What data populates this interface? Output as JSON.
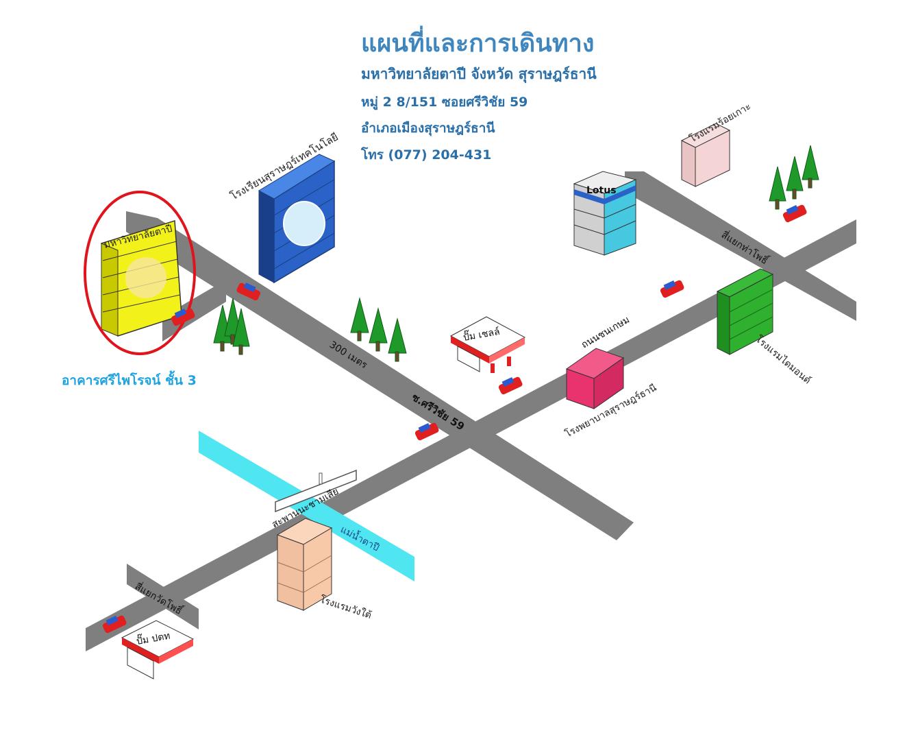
{
  "header": {
    "title": "แผนที่และการเดินทาง",
    "subtitle": "มหาวิทยาลัยตาปี จังหวัด สุราษฎร์ธานี",
    "address_line1": "หมู่ 2  8/151 ซอยศรีวิชัย 59",
    "address_line2": "อำเภอเมืองสุราษฎร์ธานี",
    "phone": "โทร (077) 204-431"
  },
  "map": {
    "building_callout": "อาคารศรีไพโรจน์ ชั้น 3",
    "labels": {
      "university": "มหาวิทยาลัยตาปี",
      "school": "โรงเรียนสุราษฎร์เทคโนโลยี",
      "lotus": "Lotus",
      "hotel_roikoh": "โรงแรมร้อยเกาะ",
      "intersection_thapho": "สี่แยกท่าโพธิ์",
      "road_chonkasem": "ถนนชนเกษม",
      "hotel_diamond": "โรงแรมไดมอนด์",
      "shell_station": "ปั๊ม เชลล์",
      "distance": "300 เมตร",
      "soi_sriwichai": "ซ.ศรีวิชัย 59",
      "hospital": "โรงพยาบาลสุราษฎร์ธานี",
      "bridge": "สะพานนะชามเสีย",
      "river": "แม่น้ำตาปี",
      "hotel_wangtai": "โรงแรมวังใต้",
      "intersection_watpho": "สี่แยกวัดโพธิ์",
      "ptt_station": "ปั๊ม ปตท"
    }
  },
  "colors": {
    "header_text": "#2a6fa8",
    "callout_text": "#1fa3e0",
    "road": "#7f7f7f",
    "river": "#4fe6f2",
    "circle": "#e0141c",
    "tree": "#1f9a2a",
    "car": "#e02020"
  }
}
